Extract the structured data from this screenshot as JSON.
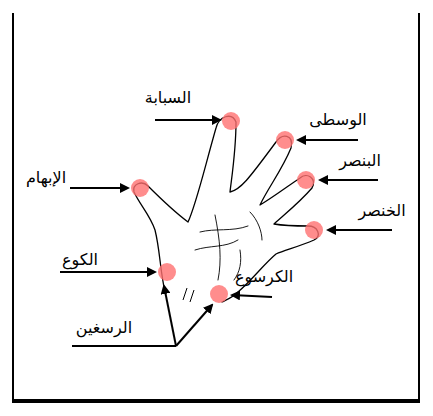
{
  "diagram": {
    "labels": [
      "السبابة",
      "الوسطى",
      "البنصر",
      "الخنصر",
      "الإبهام",
      "الكوع",
      "الكرسوع",
      "الرسغين"
    ]
  }
}
